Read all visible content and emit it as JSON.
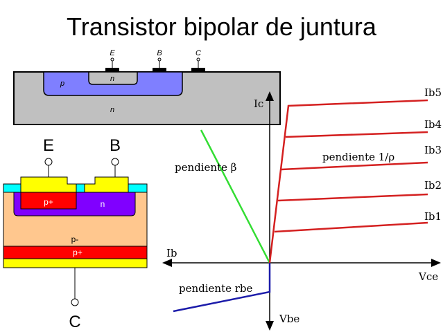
{
  "title": "Transistor bipolar de juntura",
  "top_section": {
    "terminals": [
      "E",
      "B",
      "C"
    ],
    "regions": {
      "p": "p",
      "n_emitter": "n",
      "n_substrate": "n"
    }
  },
  "bottom_section": {
    "terminals": {
      "emitter": "E",
      "base": "B",
      "collector": "C"
    },
    "regions": {
      "p_plus_emitter": "p+",
      "n_base": "n",
      "p_minus": "p-",
      "p_plus_collector": "p+"
    }
  },
  "graph": {
    "axes": {
      "ic": "Ic",
      "ib": "Ib",
      "vce": "Vce",
      "vbe": "Vbe"
    },
    "curve_labels": [
      "Ib1",
      "Ib2",
      "Ib3",
      "Ib4",
      "Ib5"
    ],
    "annotations": {
      "beta": "pendiente β",
      "rho": "pendiente 1/ρ",
      "rbe": "pendiente rbe"
    }
  },
  "colors": {
    "gray": "#c0c0c0",
    "blue_p": "#7f7fff",
    "purple": "#8000ff",
    "yellow": "#ffff00",
    "cyan": "#00ffff",
    "peach": "#ffc78e",
    "red": "#ff0000",
    "curve_red": "#d42020",
    "green": "#33dd33",
    "dark_blue": "#1c1caa"
  }
}
